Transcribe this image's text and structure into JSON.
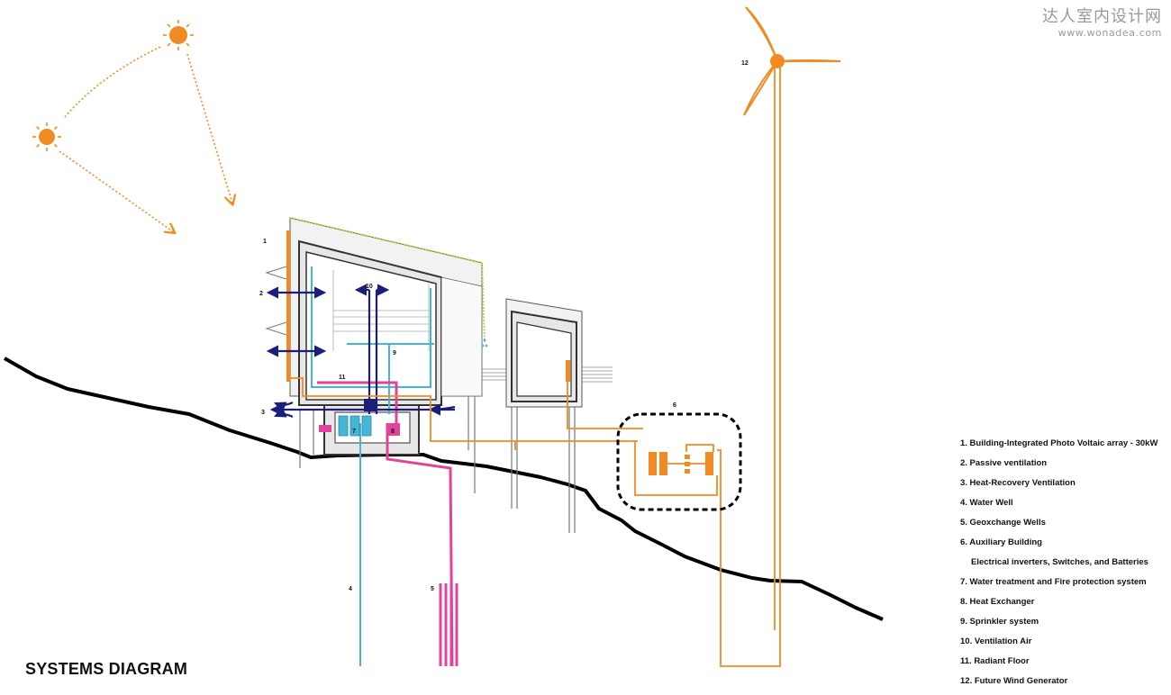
{
  "title": "SYSTEMS DIAGRAM",
  "watermark": {
    "text": "达人室内设计网",
    "url": "www.wonadea.com"
  },
  "colors": {
    "solar": "#f28a22",
    "ventilation": "#1c1f7a",
    "water": "#46b6d6",
    "geo": "#e0449a",
    "pv_edge": "#b9d84a",
    "ground": "#000000"
  },
  "callouts": [
    "1",
    "2",
    "3",
    "4",
    "5",
    "6",
    "7",
    "8",
    "9",
    "10",
    "11",
    "12"
  ],
  "legend": [
    {
      "text": "1.  Building-Integrated Photo Voltaic array - 30kW"
    },
    {
      "text": "2.  Passive ventilation"
    },
    {
      "text": "3.  Heat-Recovery Ventilation"
    },
    {
      "text": "4.  Water Well"
    },
    {
      "text": "5. Geoxchange Wells"
    },
    {
      "text": "6. Auxiliary Building"
    },
    {
      "text": "Electrical inverters, Switches, and Batteries",
      "sub": true
    },
    {
      "text": "7. Water treatment and Fire protection system"
    },
    {
      "text": "8. Heat Exchanger"
    },
    {
      "text": "9. Sprinkler system"
    },
    {
      "text": "10. Ventilation Air"
    },
    {
      "text": "11. Radiant Floor"
    },
    {
      "text": "12. Future Wind Generator"
    }
  ]
}
